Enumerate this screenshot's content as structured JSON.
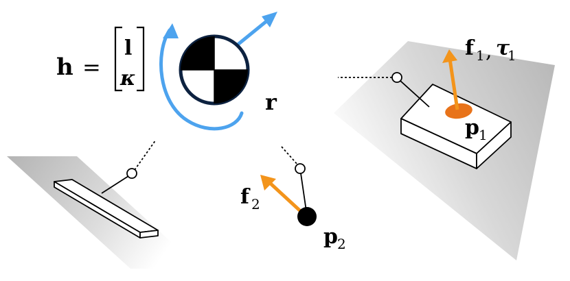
{
  "labels": {
    "h_symbol": "h",
    "equals": "=",
    "h_top": "l",
    "h_bottom": "κ",
    "r": "r",
    "f1": "f",
    "f1_sub": "1",
    "comma": ",",
    "tau1": "τ",
    "tau1_sub": "1",
    "p1": "p",
    "p1_sub": "1",
    "f2": "f",
    "f2_sub": "2",
    "p2": "p",
    "p2_sub": "2"
  },
  "colors": {
    "blue": "#4da3ee",
    "orange": "#f3941b",
    "contact_patch": "#e8731a",
    "com_outline": "#0d2240",
    "plane_dark": "#b8b8b8"
  },
  "icons": {
    "com_marker": "center-of-mass-icon",
    "angular_arrow": "rotation-arrow-icon",
    "point_contact": "point-contact-icon"
  }
}
